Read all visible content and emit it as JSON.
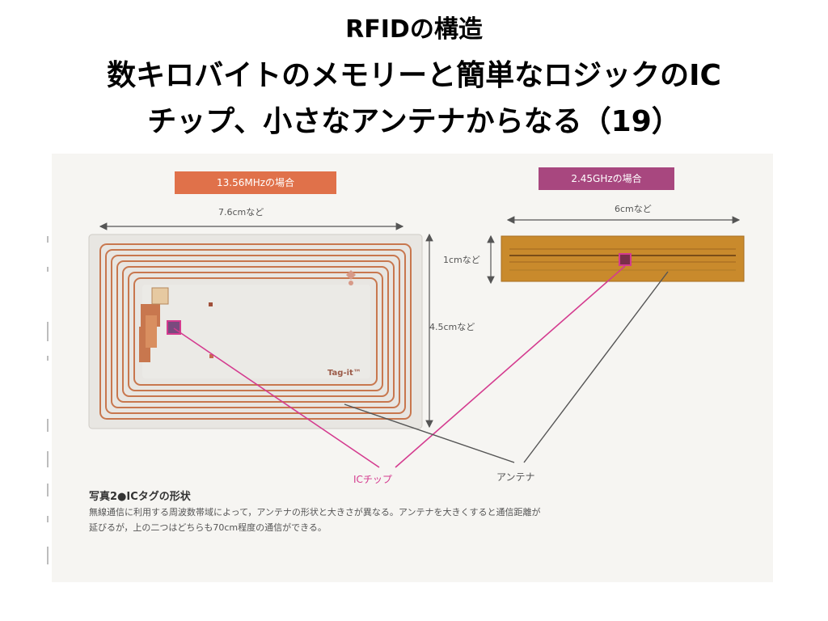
{
  "title": {
    "line1": "RFIDの構造",
    "line2": "数キロバイトのメモリーと簡単なロジックのIC",
    "line3": "チップ、小さなアンテナからなる（19）"
  },
  "photo": {
    "hf_label": "13.56MHzの場合",
    "uhf_label": "2.45GHzの場合",
    "hf_width": "7.6cmなど",
    "uhf_width": "6cmなど",
    "uhf_height": "1cmなど",
    "hf_height": "4.5cmなど",
    "card_logo": "Tag-it™",
    "ic_chip_label": "ICチップ",
    "antenna_label": "アンテナ",
    "caption_title": "写真2●ICタグの形状",
    "caption_line1": "無線通信に利用する周波数帯域によって，アンテナの形状と大きさが異なる。アンテナを大きくすると通信距離が",
    "caption_line2": "延びるが，上の二つはどちらも70cm程度の通信ができる。"
  },
  "colors": {
    "coil": "#c8774e",
    "hf_label_bg": "#e0714a",
    "uhf_label_bg": "#a8477f",
    "ic_pointer": "#d43b8f",
    "antenna_pointer": "#555555",
    "uhf_tag": "#c98a2c"
  }
}
